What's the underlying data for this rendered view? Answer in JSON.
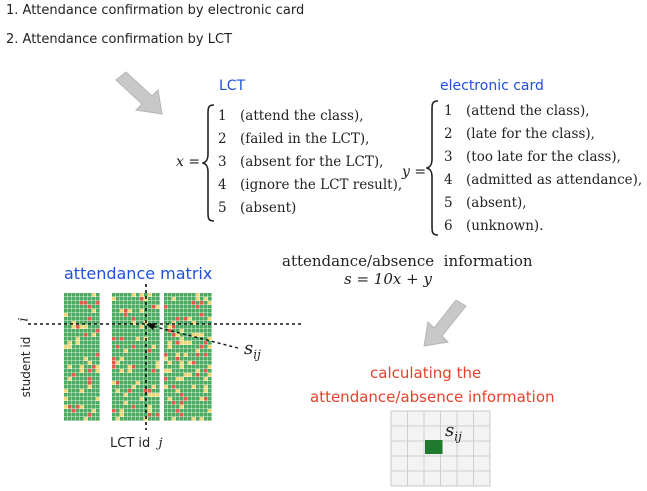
{
  "list": [
    "1. Attendance confirmation by electronic card",
    "2. Attendance confirmation by LCT"
  ],
  "lct": {
    "header": "LCT",
    "var": "x =",
    "cases": [
      {
        "n": "1",
        "text": "(attend the class),"
      },
      {
        "n": "2",
        "text": "(failed in the LCT),"
      },
      {
        "n": "3",
        "text": "(absent for the LCT),"
      },
      {
        "n": "4",
        "text": "(ignore the LCT result),"
      },
      {
        "n": "5",
        "text": "(absent)"
      }
    ]
  },
  "card": {
    "header": "electronic card",
    "var": "y =",
    "cases": [
      {
        "n": "1",
        "text": "(attend the class),"
      },
      {
        "n": "2",
        "text": "(late for the class),"
      },
      {
        "n": "3",
        "text": "(too late for the class),"
      },
      {
        "n": "4",
        "text": "(admitted as attendance),"
      },
      {
        "n": "5",
        "text": "(absent),"
      },
      {
        "n": "6",
        "text": "(unknown)."
      }
    ]
  },
  "info": {
    "title": "attendance/absence  information",
    "formula": "s = 10x + y"
  },
  "matrix": {
    "title": "attendance matrix",
    "row_label": "student id",
    "row_var": "i",
    "col_label": "LCT id",
    "col_var": "j",
    "cell_label": "s",
    "cell_sub": "ij"
  },
  "calc": {
    "line1": "calculating the",
    "line2": "attendance/absence information",
    "cell_label": "s",
    "cell_sub": "ij"
  },
  "colors": {
    "blue_text": "#1f4fe0",
    "red_text": "#e8412a",
    "matrix_green": "#4caa62",
    "matrix_yellow": "#e9d77a",
    "matrix_red": "#e05a4a",
    "grid_cell": "#1f7a2e"
  }
}
